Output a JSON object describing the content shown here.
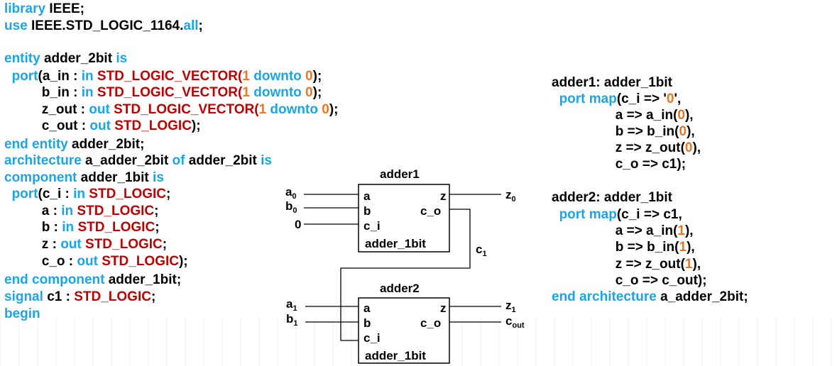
{
  "colors": {
    "keyword": "#1aa6e6",
    "type": "#c00000",
    "number": "#e87722",
    "identifier": "#000000"
  },
  "left_code": [
    [
      {
        "t": "library ",
        "c": "kw"
      },
      {
        "t": "IEEE;",
        "c": "id"
      }
    ],
    [
      {
        "t": "use ",
        "c": "kw"
      },
      {
        "t": "IEEE.STD_LOGIC_1164.",
        "c": "id"
      },
      {
        "t": "all",
        "c": "kw"
      },
      {
        "t": ";",
        "c": "id"
      }
    ],
    [],
    [
      {
        "t": "entity ",
        "c": "kw"
      },
      {
        "t": "adder_2bit ",
        "c": "id"
      },
      {
        "t": "is",
        "c": "kw"
      }
    ],
    [
      {
        "t": "  ",
        "c": "id"
      },
      {
        "t": "port",
        "c": "kw"
      },
      {
        "t": "(a_in : ",
        "c": "id"
      },
      {
        "t": "in ",
        "c": "kw"
      },
      {
        "t": "STD_LOGIC_VECTOR(",
        "c": "ty"
      },
      {
        "t": "1",
        "c": "nm"
      },
      {
        "t": " downto ",
        "c": "kw"
      },
      {
        "t": "0",
        "c": "nm"
      },
      {
        "t": ");",
        "c": "id"
      }
    ],
    [
      {
        "t": "          b_in : ",
        "c": "id"
      },
      {
        "t": "in ",
        "c": "kw"
      },
      {
        "t": "STD_LOGIC_VECTOR(",
        "c": "ty"
      },
      {
        "t": "1",
        "c": "nm"
      },
      {
        "t": " downto ",
        "c": "kw"
      },
      {
        "t": "0",
        "c": "nm"
      },
      {
        "t": ");",
        "c": "id"
      }
    ],
    [
      {
        "t": "          z_out : ",
        "c": "id"
      },
      {
        "t": "out ",
        "c": "kw"
      },
      {
        "t": "STD_LOGIC_VECTOR(",
        "c": "ty"
      },
      {
        "t": "1",
        "c": "nm"
      },
      {
        "t": " downto ",
        "c": "kw"
      },
      {
        "t": "0",
        "c": "nm"
      },
      {
        "t": ");",
        "c": "id"
      }
    ],
    [
      {
        "t": "          c_out : ",
        "c": "id"
      },
      {
        "t": "out ",
        "c": "kw"
      },
      {
        "t": "STD_LOGIC",
        "c": "ty"
      },
      {
        "t": ");",
        "c": "id"
      }
    ],
    [
      {
        "t": "end entity ",
        "c": "kw"
      },
      {
        "t": "adder_2bit;",
        "c": "id"
      }
    ],
    [
      {
        "t": "architecture ",
        "c": "kw"
      },
      {
        "t": "a_adder_2bit ",
        "c": "id"
      },
      {
        "t": "of ",
        "c": "kw"
      },
      {
        "t": "adder_2bit ",
        "c": "id"
      },
      {
        "t": "is",
        "c": "kw"
      }
    ],
    [
      {
        "t": "component ",
        "c": "kw"
      },
      {
        "t": "adder_1bit ",
        "c": "id"
      },
      {
        "t": "is",
        "c": "kw"
      }
    ],
    [
      {
        "t": "  ",
        "c": "id"
      },
      {
        "t": "port",
        "c": "kw"
      },
      {
        "t": "(c_i : ",
        "c": "id"
      },
      {
        "t": "in ",
        "c": "kw"
      },
      {
        "t": "STD_LOGIC",
        "c": "ty"
      },
      {
        "t": ";",
        "c": "id"
      }
    ],
    [
      {
        "t": "          a : ",
        "c": "id"
      },
      {
        "t": "in ",
        "c": "kw"
      },
      {
        "t": "STD_LOGIC",
        "c": "ty"
      },
      {
        "t": ";",
        "c": "id"
      }
    ],
    [
      {
        "t": "          b : ",
        "c": "id"
      },
      {
        "t": "in ",
        "c": "kw"
      },
      {
        "t": "STD_LOGIC",
        "c": "ty"
      },
      {
        "t": ";",
        "c": "id"
      }
    ],
    [
      {
        "t": "          z : ",
        "c": "id"
      },
      {
        "t": "out ",
        "c": "kw"
      },
      {
        "t": "STD_LOGIC",
        "c": "ty"
      },
      {
        "t": ";",
        "c": "id"
      }
    ],
    [
      {
        "t": "          c_o : ",
        "c": "id"
      },
      {
        "t": "out ",
        "c": "kw"
      },
      {
        "t": "STD_LOGIC",
        "c": "ty"
      },
      {
        "t": ");",
        "c": "id"
      }
    ],
    [
      {
        "t": "end component ",
        "c": "kw"
      },
      {
        "t": "adder_1bit;",
        "c": "id"
      }
    ],
    [
      {
        "t": "signal ",
        "c": "kw"
      },
      {
        "t": "c1 : ",
        "c": "id"
      },
      {
        "t": "STD_LOGIC",
        "c": "ty"
      },
      {
        "t": ";",
        "c": "id"
      }
    ],
    [
      {
        "t": "begin",
        "c": "kw"
      }
    ]
  ],
  "right_code": [
    [
      {
        "t": "adder1: adder_1bit",
        "c": "id"
      }
    ],
    [
      {
        "t": "  ",
        "c": "id"
      },
      {
        "t": "port map",
        "c": "kw"
      },
      {
        "t": "(c_i => '",
        "c": "id"
      },
      {
        "t": "0",
        "c": "nm"
      },
      {
        "t": "',",
        "c": "id"
      }
    ],
    [
      {
        "t": "                 a => a_in(",
        "c": "id"
      },
      {
        "t": "0",
        "c": "nm"
      },
      {
        "t": "),",
        "c": "id"
      }
    ],
    [
      {
        "t": "                 b => b_in(",
        "c": "id"
      },
      {
        "t": "0",
        "c": "nm"
      },
      {
        "t": "),",
        "c": "id"
      }
    ],
    [
      {
        "t": "                 z => z_out(",
        "c": "id"
      },
      {
        "t": "0",
        "c": "nm"
      },
      {
        "t": "),",
        "c": "id"
      }
    ],
    [
      {
        "t": "                 c_o => c1);",
        "c": "id"
      }
    ],
    [],
    [
      {
        "t": "adder2: adder_1bit",
        "c": "id"
      }
    ],
    [
      {
        "t": "  ",
        "c": "id"
      },
      {
        "t": "port map",
        "c": "kw"
      },
      {
        "t": "(c_i => c1,",
        "c": "id"
      }
    ],
    [
      {
        "t": "                 a => a_in(",
        "c": "id"
      },
      {
        "t": "1",
        "c": "nm"
      },
      {
        "t": "),",
        "c": "id"
      }
    ],
    [
      {
        "t": "                 b => b_in(",
        "c": "id"
      },
      {
        "t": "1",
        "c": "nm"
      },
      {
        "t": "),",
        "c": "id"
      }
    ],
    [
      {
        "t": "                 z => z_out(",
        "c": "id"
      },
      {
        "t": "1",
        "c": "nm"
      },
      {
        "t": "),",
        "c": "id"
      }
    ],
    [
      {
        "t": "                 c_o => c_out);",
        "c": "id"
      }
    ],
    [
      {
        "t": "end architecture ",
        "c": "kw"
      },
      {
        "t": "a_adder_2bit;",
        "c": "id"
      }
    ]
  ],
  "diagram": {
    "adder1": {
      "title": "adder1",
      "type_label": "adder_1bit",
      "pins": {
        "a": "a",
        "b": "b",
        "c_i": "c_i",
        "z": "z",
        "c_o": "c_o"
      }
    },
    "adder2": {
      "title": "adder2",
      "type_label": "adder_1bit",
      "pins": {
        "a": "a",
        "b": "b",
        "c_i": "c_i",
        "z": "z",
        "c_o": "c_o"
      }
    },
    "signals": {
      "a0": {
        "base": "a",
        "sub": "0"
      },
      "b0": {
        "base": "b",
        "sub": "0"
      },
      "zero": {
        "base": "0",
        "sub": ""
      },
      "z0": {
        "base": "z",
        "sub": "0"
      },
      "c1": {
        "base": "c",
        "sub": "1"
      },
      "a1": {
        "base": "a",
        "sub": "1"
      },
      "b1": {
        "base": "b",
        "sub": "1"
      },
      "z1": {
        "base": "z",
        "sub": "1"
      },
      "cout": {
        "base": "c",
        "sub": "out"
      }
    }
  }
}
